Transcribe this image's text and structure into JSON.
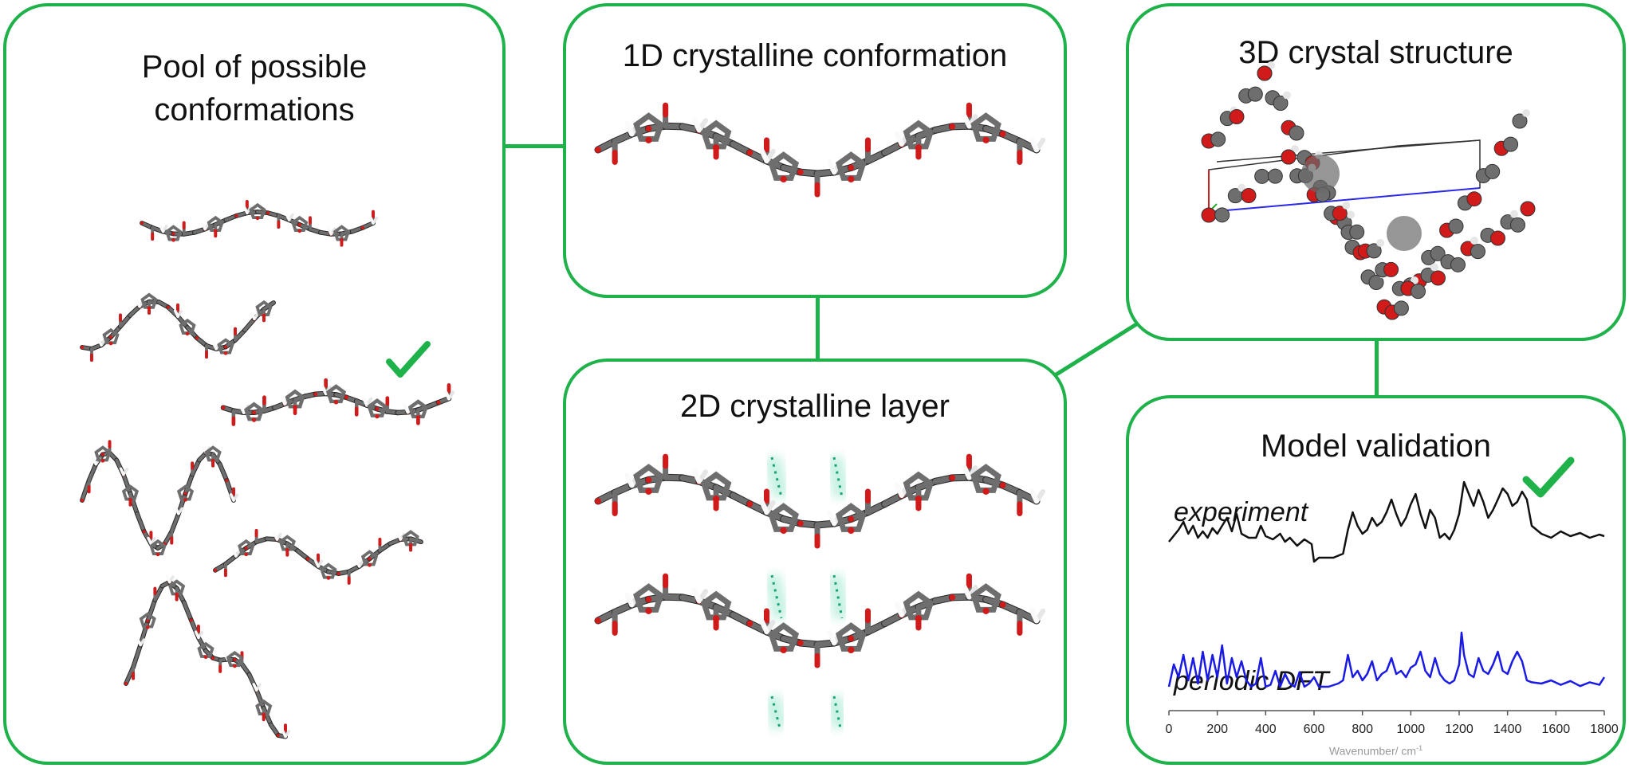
{
  "panels": {
    "pool": {
      "title_line1": "Pool of possible",
      "title_line2": "conformations"
    },
    "one_d": {
      "title": "1D crystalline conformation"
    },
    "three_d": {
      "title": "3D crystal structure"
    },
    "two_d": {
      "title": "2D crystalline layer"
    },
    "validation": {
      "title": "Model validation",
      "experiment_label": "experiment",
      "dft_label": "periodic DFT",
      "axis_label": "Wavenumber/ cm",
      "axis_label_sup": "-1"
    }
  },
  "colors": {
    "accent": "#1fb24a",
    "oxygen": "#d11a1a",
    "carbon": "#6e6e6e",
    "hydrogen": "#e6e6e6",
    "experiment": "#111111",
    "dft": "#1a1ae6"
  },
  "chart_data": {
    "type": "line",
    "xlabel": "Wavenumber/ cm-1",
    "xlim": [
      0,
      1800
    ],
    "x_ticks": [
      "0",
      "200",
      "400",
      "600",
      "800",
      "1000",
      "1200",
      "1400",
      "1600",
      "1800"
    ],
    "series": [
      {
        "name": "experiment",
        "x": [
          0,
          40,
          60,
          80,
          100,
          120,
          140,
          160,
          180,
          200,
          220,
          240,
          260,
          280,
          300,
          330,
          360,
          380,
          400,
          430,
          460,
          480,
          500,
          530,
          560,
          590,
          600,
          620,
          640,
          680,
          720,
          740,
          760,
          780,
          800,
          820,
          840,
          860,
          880,
          900,
          920,
          940,
          960,
          980,
          1000,
          1020,
          1040,
          1060,
          1080,
          1100,
          1120,
          1140,
          1160,
          1180,
          1200,
          1220,
          1240,
          1260,
          1280,
          1300,
          1320,
          1340,
          1360,
          1380,
          1400,
          1420,
          1440,
          1460,
          1480,
          1500,
          1540,
          1580,
          1620,
          1660,
          1700,
          1740,
          1780,
          1800
        ],
        "y": [
          0.25,
          0.4,
          0.5,
          0.35,
          0.45,
          0.3,
          0.38,
          0.3,
          0.42,
          0.35,
          0.45,
          0.55,
          0.38,
          0.6,
          0.35,
          0.3,
          0.3,
          0.45,
          0.32,
          0.28,
          0.35,
          0.25,
          0.3,
          0.2,
          0.28,
          0.22,
          0.0,
          0.05,
          0.05,
          0.05,
          0.1,
          0.4,
          0.62,
          0.45,
          0.35,
          0.4,
          0.55,
          0.45,
          0.5,
          0.62,
          0.78,
          0.6,
          0.45,
          0.55,
          0.72,
          0.85,
          0.6,
          0.42,
          0.65,
          0.55,
          0.3,
          0.35,
          0.28,
          0.4,
          0.6,
          1.0,
          0.85,
          0.7,
          0.9,
          0.75,
          0.55,
          0.65,
          0.78,
          0.92,
          0.85,
          0.7,
          0.75,
          0.88,
          0.78,
          0.45,
          0.35,
          0.3,
          0.38,
          0.32,
          0.36,
          0.3,
          0.34,
          0.32
        ]
      },
      {
        "name": "periodic DFT",
        "x": [
          0,
          20,
          40,
          60,
          80,
          100,
          120,
          140,
          160,
          180,
          200,
          220,
          240,
          260,
          280,
          300,
          320,
          340,
          360,
          380,
          400,
          420,
          440,
          460,
          480,
          500,
          520,
          540,
          560,
          580,
          600,
          620,
          660,
          700,
          720,
          740,
          760,
          780,
          800,
          820,
          840,
          860,
          880,
          900,
          920,
          940,
          960,
          980,
          1000,
          1020,
          1040,
          1060,
          1080,
          1100,
          1120,
          1140,
          1160,
          1180,
          1200,
          1210,
          1220,
          1240,
          1260,
          1280,
          1300,
          1320,
          1340,
          1360,
          1380,
          1400,
          1420,
          1440,
          1460,
          1480,
          1500,
          1540,
          1580,
          1620,
          1660,
          1700,
          1740,
          1780,
          1800
        ],
        "y": [
          0.05,
          0.4,
          0.2,
          0.55,
          0.15,
          0.5,
          0.1,
          0.6,
          0.15,
          0.55,
          0.2,
          0.7,
          0.1,
          0.5,
          0.2,
          0.45,
          0.15,
          0.05,
          0.1,
          0.5,
          0.05,
          0.08,
          0.3,
          0.05,
          0.25,
          0.1,
          0.05,
          0.28,
          0.05,
          0.1,
          0.2,
          0.05,
          0.05,
          0.1,
          0.15,
          0.55,
          0.2,
          0.3,
          0.15,
          0.25,
          0.45,
          0.15,
          0.25,
          0.3,
          0.5,
          0.25,
          0.3,
          0.2,
          0.35,
          0.4,
          0.6,
          0.3,
          0.2,
          0.5,
          0.25,
          0.15,
          0.1,
          0.15,
          0.4,
          0.9,
          0.55,
          0.25,
          0.2,
          0.5,
          0.3,
          0.25,
          0.4,
          0.6,
          0.3,
          0.25,
          0.45,
          0.6,
          0.45,
          0.15,
          0.12,
          0.1,
          0.15,
          0.08,
          0.14,
          0.06,
          0.12,
          0.08,
          0.2
        ]
      }
    ]
  }
}
